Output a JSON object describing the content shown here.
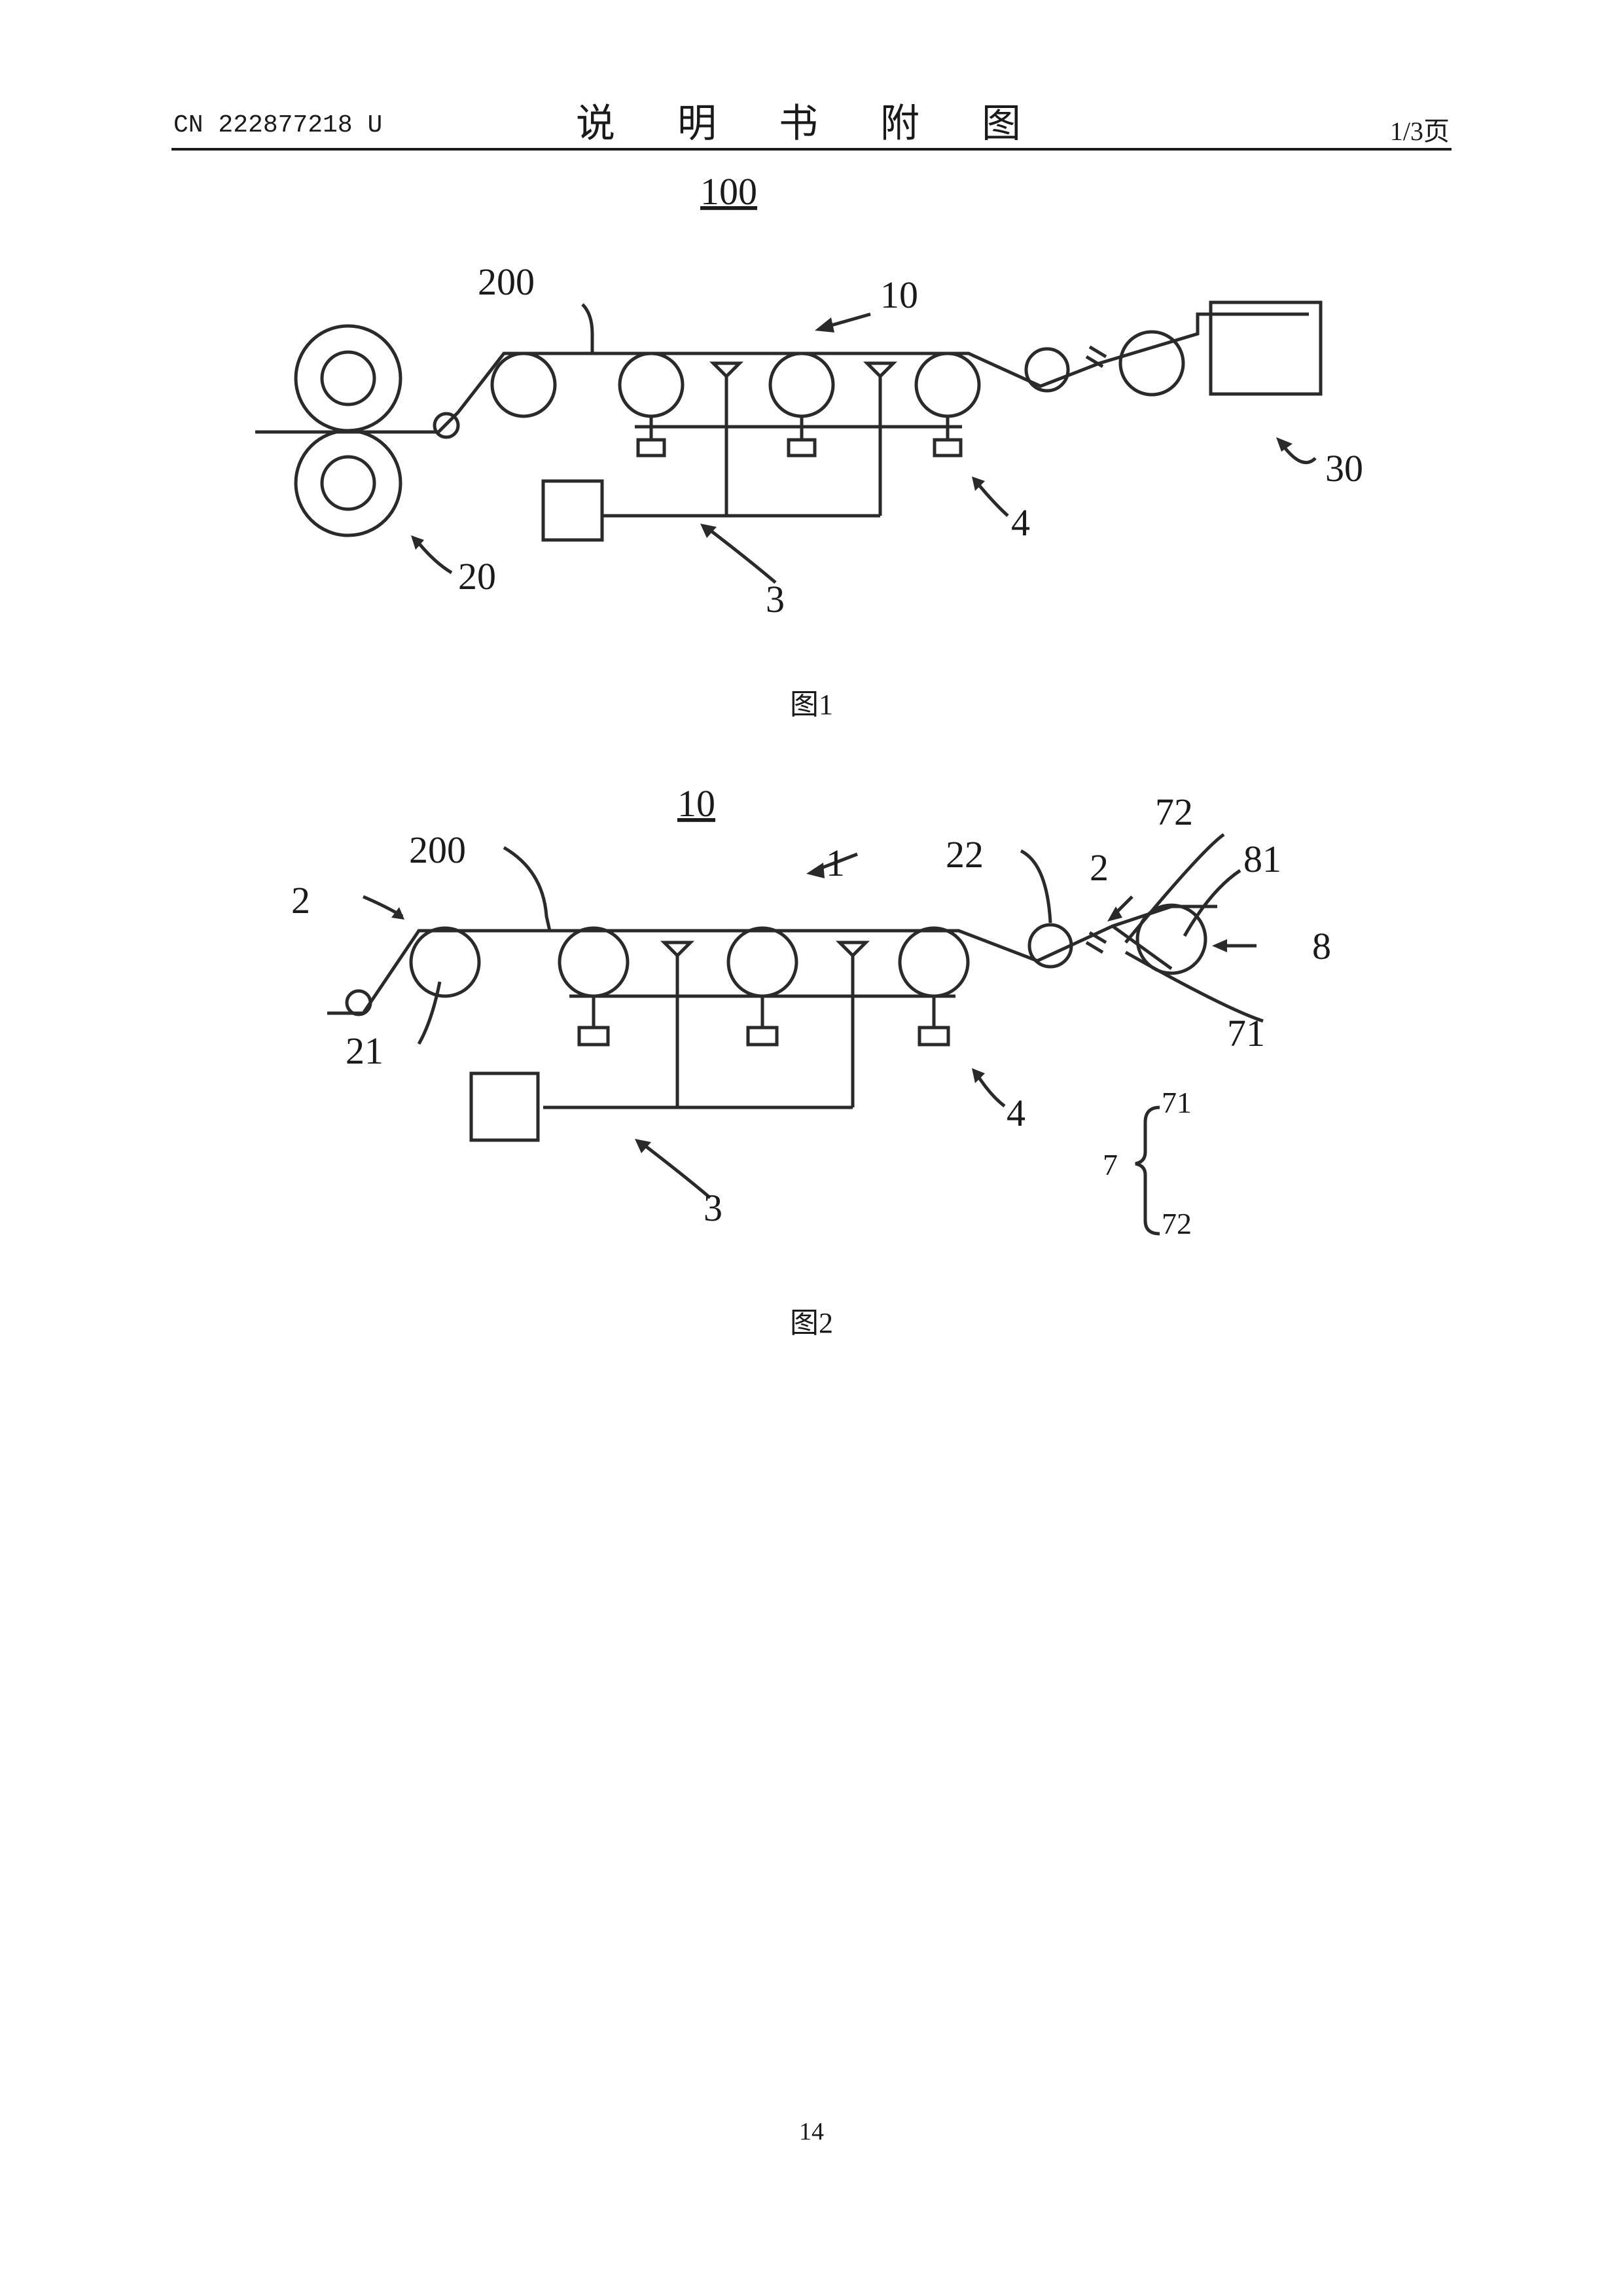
{
  "header": {
    "doc_number": "CN 222877218 U",
    "title": "说 明 书 附 图",
    "page_of": "1/3页"
  },
  "figure1": {
    "ref_main": "100",
    "caption": "图1",
    "labels": {
      "film": "200",
      "unit": "10",
      "unwind": "20",
      "box_right": "30",
      "controller": "3",
      "sensor": "4"
    }
  },
  "figure2": {
    "ref_main": "10",
    "caption": "图2",
    "labels": {
      "film": "200",
      "frame": "1",
      "guide_left": "2",
      "roller_left": "21",
      "roller_right": "22",
      "guide_right": "2",
      "part72": "72",
      "part81": "81",
      "part8": "8",
      "part71": "71",
      "controller": "3",
      "sensor": "4",
      "legend_group": "7",
      "legend_71": "71",
      "legend_72": "72"
    }
  },
  "footer": {
    "page_number": "14"
  }
}
